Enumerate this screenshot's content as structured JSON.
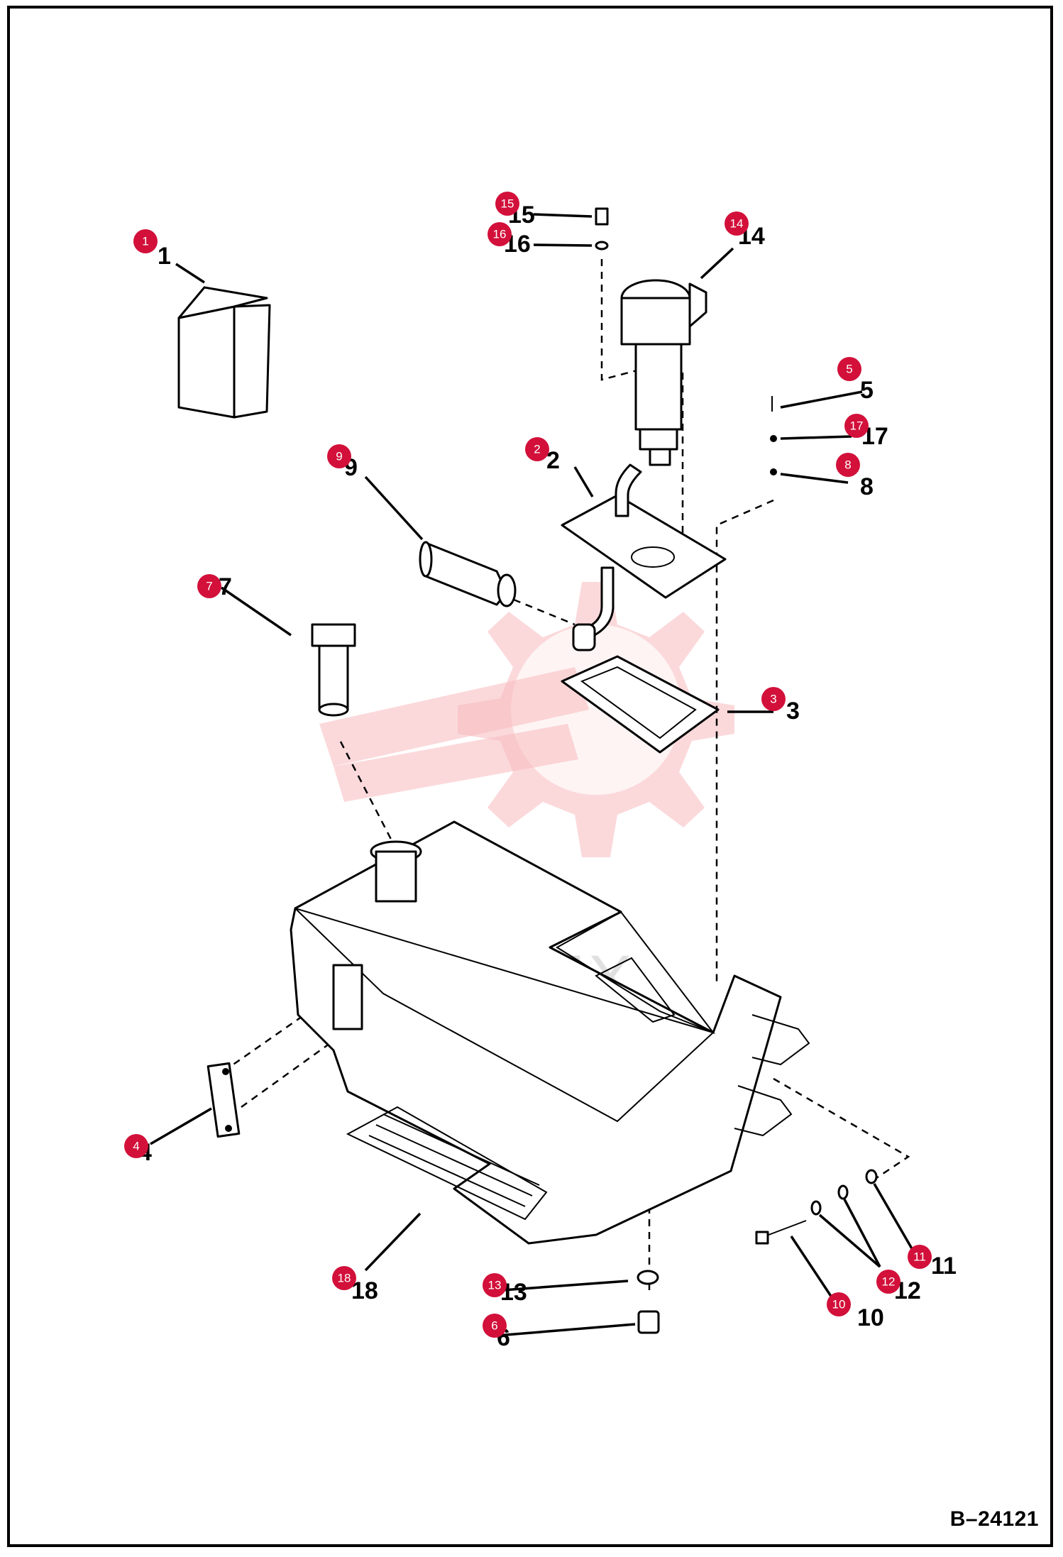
{
  "watermark": "ИНТЕХ",
  "drawing_ref": "B–24121",
  "callouts": [
    "1",
    "2",
    "3",
    "4",
    "5",
    "6",
    "7",
    "8",
    "9",
    "10",
    "11",
    "12",
    "13",
    "14",
    "15",
    "16",
    "17",
    "18"
  ],
  "colors": {
    "callout": "#d2103a",
    "line": "#000000",
    "watermark": "#f7b9be"
  }
}
